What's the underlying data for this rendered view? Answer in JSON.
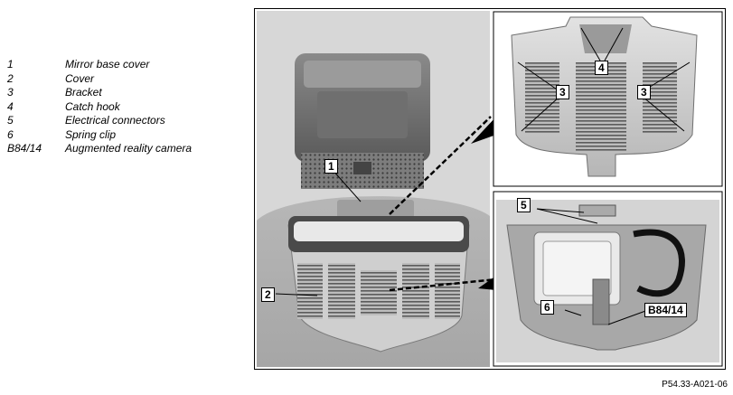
{
  "legend": [
    {
      "num": "1",
      "text": "Mirror base cover"
    },
    {
      "num": "2",
      "text": "Cover"
    },
    {
      "num": "3",
      "text": "Bracket"
    },
    {
      "num": "4",
      "text": "Catch hook"
    },
    {
      "num": "5",
      "text": "Electrical connectors"
    },
    {
      "num": "6",
      "text": "Spring clip"
    },
    {
      "num": "B84/14",
      "text": "Augmented reality camera"
    }
  ],
  "callouts": {
    "c1": "1",
    "c2": "2",
    "c3a": "3",
    "c3b": "3",
    "c4": "4",
    "c5": "5",
    "c6": "6",
    "cb84": "B84/14"
  },
  "figure_ref": "P54.33-A021-06"
}
